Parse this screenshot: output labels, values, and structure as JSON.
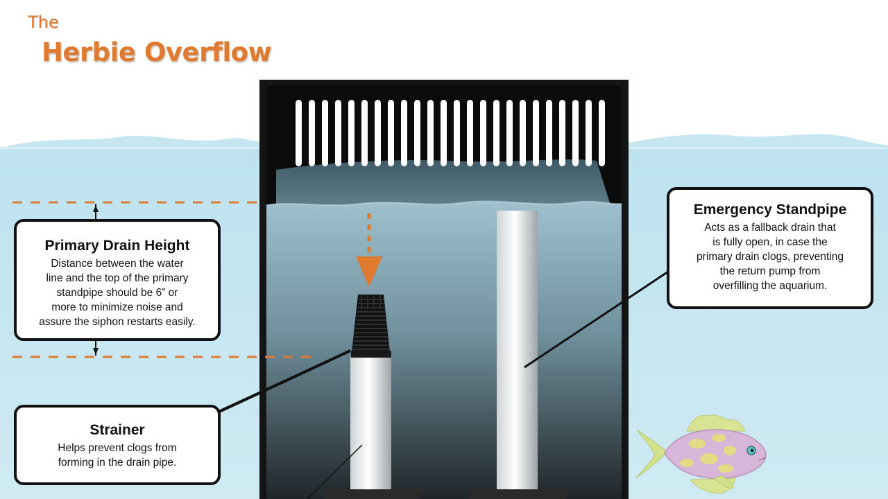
{
  "title": {
    "prefix": "The",
    "main": "Herbie Overflow"
  },
  "callouts": {
    "primary_drain": {
      "heading": "Primary Drain Height",
      "lines": [
        "Distance between the water",
        "line and the top of the primary",
        "standpipe should be 6” or",
        "more to minimize noise and",
        "assure the siphon restarts easily."
      ]
    },
    "emergency": {
      "heading": "Emergency Standpipe",
      "lines": [
        "Acts as a fallback drain that",
        "is fully open, in case the",
        "primary drain clogs, preventing",
        "the return pump from",
        "overfilling the aquarium."
      ]
    },
    "strainer": {
      "heading": "Strainer",
      "lines": [
        "Helps prevent clogs from",
        "forming in the drain pipe."
      ]
    }
  },
  "colors": {
    "accent": "#e07a2e",
    "water": "#bfe3ee",
    "box": "#141414",
    "outline": "#111111"
  }
}
